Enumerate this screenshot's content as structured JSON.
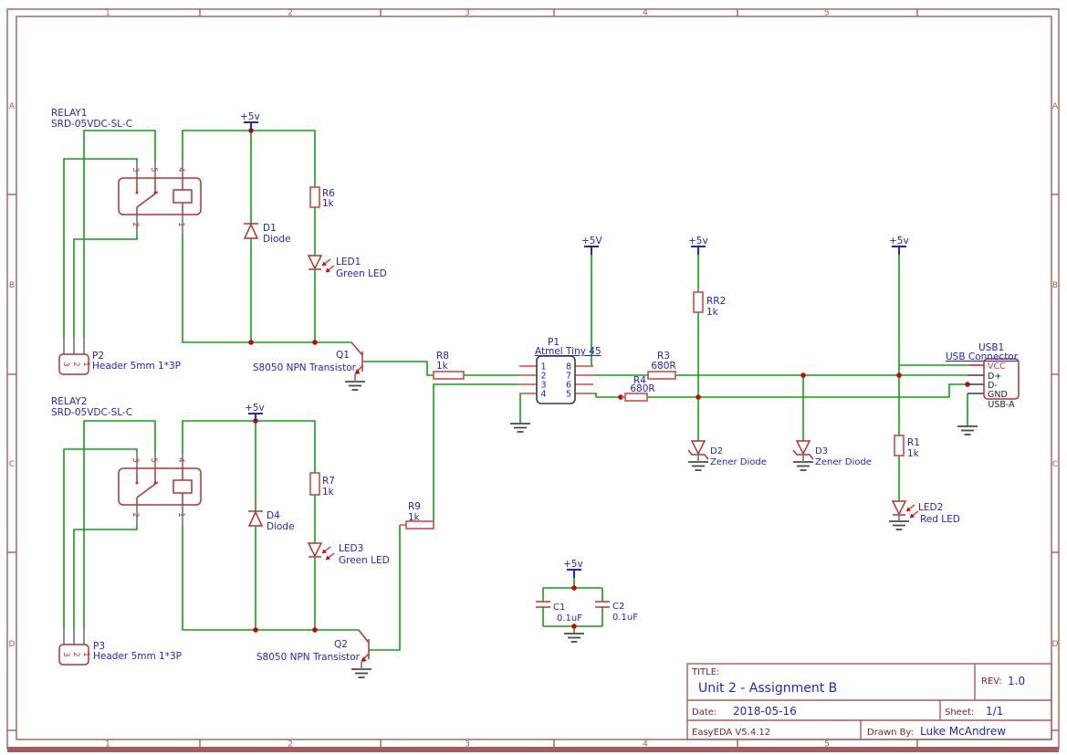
{
  "frame": {
    "columns": [
      "1",
      "2",
      "3",
      "4",
      "5"
    ],
    "rows": [
      "A",
      "B",
      "C",
      "D"
    ]
  },
  "title_block": {
    "title_label": "TITLE:",
    "title": "Unit 2 - Assignment B",
    "rev_label": "REV:",
    "rev": "1.0",
    "date_label": "Date:",
    "date": "2018-05-16",
    "sheet_label": "Sheet:",
    "sheet": "1/1",
    "tool": "EasyEDA V5.4.12",
    "drawn_by_label": "Drawn By:",
    "drawn_by": "Luke McAndrew"
  },
  "power": {
    "relay1": "+5v",
    "relay2": "+5v",
    "mcu": "+5V",
    "pullup": "+5v",
    "usb": "+5v",
    "caps": "+5v"
  },
  "components": {
    "relay1": {
      "ref": "RELAY1",
      "value": "SRD-05VDC-SL-C",
      "pins": [
        "3",
        "5",
        "4",
        "2",
        "1"
      ]
    },
    "relay2": {
      "ref": "RELAY2",
      "value": "SRD-05VDC-SL-C",
      "pins": [
        "3",
        "5",
        "4",
        "2",
        "1"
      ]
    },
    "p2": {
      "ref": "P2",
      "value": "Header 5mm 1*3P",
      "pins": [
        "3",
        "2",
        "1"
      ]
    },
    "p3": {
      "ref": "P3",
      "value": "Header 5mm 1*3P",
      "pins": [
        "3",
        "2",
        "1"
      ]
    },
    "d1": {
      "ref": "D1",
      "value": "Diode"
    },
    "d4": {
      "ref": "D4",
      "value": "Diode"
    },
    "d2": {
      "ref": "D2",
      "value": "Zener Diode"
    },
    "d3": {
      "ref": "D3",
      "value": "Zener Diode"
    },
    "r1": {
      "ref": "R1",
      "value": "1k"
    },
    "r3": {
      "ref": "R3",
      "value": "680R"
    },
    "r4": {
      "ref": "R4",
      "value": "680R"
    },
    "r6": {
      "ref": "R6",
      "value": "1k"
    },
    "r7": {
      "ref": "R7",
      "value": "1k"
    },
    "r8": {
      "ref": "R8",
      "value": "1k"
    },
    "r9": {
      "ref": "R9",
      "value": "1k"
    },
    "rr2": {
      "ref": "RR2",
      "value": "1k"
    },
    "led1": {
      "ref": "LED1",
      "value": "Green LED"
    },
    "led2": {
      "ref": "LED2",
      "value": "Red LED"
    },
    "led3": {
      "ref": "LED3",
      "value": "Green LED"
    },
    "q1": {
      "ref": "Q1",
      "value": "S8050 NPN Transistor"
    },
    "q2": {
      "ref": "Q2",
      "value": "S8050 NPN Transistor"
    },
    "p1": {
      "ref": "P1",
      "value": "Atmel Tiny 45",
      "pins_left": [
        "1",
        "2",
        "3",
        "4"
      ],
      "pins_right": [
        "8",
        "7",
        "6",
        "5"
      ]
    },
    "usb1": {
      "ref": "USB1",
      "value": "USB Connector",
      "pins": [
        "VCC",
        "D+",
        "D-",
        "GND"
      ],
      "package": "USB-A"
    },
    "c1": {
      "ref": "C1",
      "value": "0.1uF"
    },
    "c2": {
      "ref": "C2",
      "value": "0.1uF"
    }
  },
  "colors": {
    "wire": "#12a012",
    "component": "#b03434",
    "resistor": "#cf4a4a",
    "junction": "#cf0000",
    "label": "#2323cd",
    "power": "#2323cd",
    "frame": "#a65c5c",
    "tb_label": "#7e1c1c",
    "ground": "#4a4a4a",
    "pin_gray": "#828282",
    "ic_border": "#3b3b3b",
    "vcc_text": "#e23a3a"
  }
}
